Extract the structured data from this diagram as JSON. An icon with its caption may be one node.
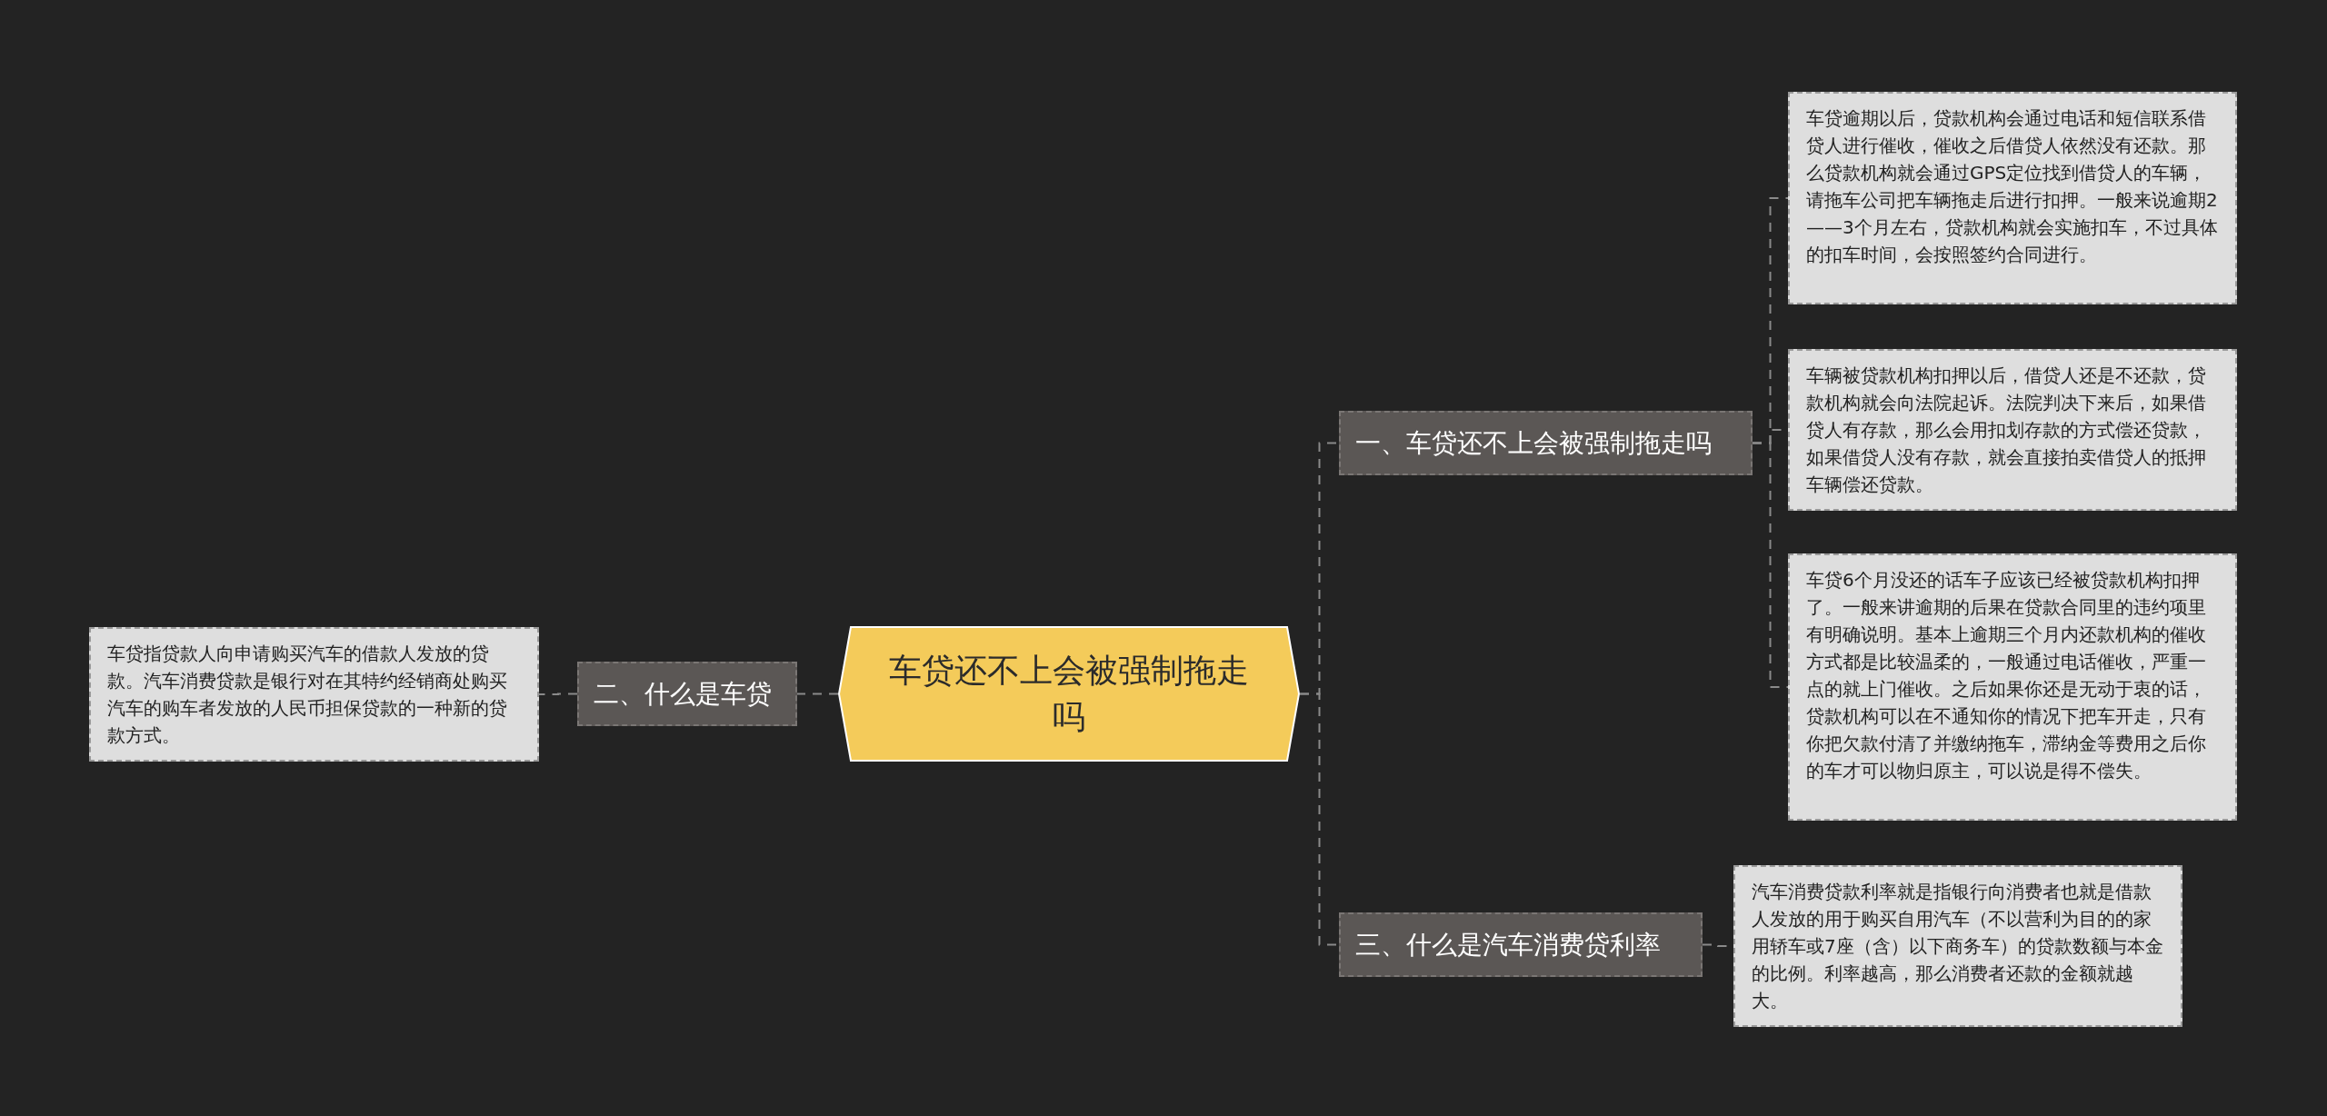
{
  "diagram": {
    "nodes": [
      {
        "text": [
          "车贷还不上会被强制拖走吗"
        ]
      },
      {
        "text": [
          "一、车贷还不上会被强制拖走吗"
        ]
      },
      {
        "text": [
          "车贷逾期以后，贷款机构会通过电话和短信联系借贷人进行催收，催收之后借贷人依然没有还款。那么贷款机构就会通过GPS定位找到借贷人的车辆，请拖车公司把车辆拖走后进行扣押。一般来说逾期2——3个月左右，贷款机构就会实施扣车，不过具体的扣车时间，会按照签约合同进行。"
        ]
      },
      {
        "text": [
          "车辆被贷款机构扣押以后，借贷人还是不还款，贷款机构就会向法院起诉。法院判决下来后，如果借贷人有存款，那么会用扣划存款的方式偿还贷款，如果借贷人没有存款，就会直接拍卖借贷人的抵押车辆偿还贷款。"
        ]
      },
      {
        "text": [
          "车贷6个月没还的话车子应该已经被贷款机构扣押了。一般来讲逾期的后果在贷款合同里的违约项里有明确说明。基本上逾期三个月内还款机构的催收方式都是比较温柔的，一般通过电话催收，严重一点的就上门催收。之后如果你还是无动于衷的话，贷款机构可以在不通知你的情况下把车开走，只有你把欠款付清了并缴纳拖车，滞纳金等费用之后你的车才可以物归原主，可以说是得不偿失。"
        ]
      },
      {
        "text": [
          "二、什么是车贷"
        ]
      },
      {
        "text": [
          "车贷指贷款人向申请购买汽车的借款人发放的贷款。汽车消费贷款是银行对在其特约经销商处购买汽车的购车者发放的人民币担保贷款的一种新的贷款方式。"
        ]
      },
      {
        "text": [
          "三、什么是汽车消费贷利率"
        ]
      },
      {
        "text": [
          "汽车消费贷款利率就是指银行向消费者也就是借款人发放的用于购买自用汽车（不以营利为目的的家用轿车或7座（含）以下商务车）的贷款数额与本金的比例。利率越高，那么消费者还款的金额就越大。"
        ]
      }
    ],
    "edges": [
      {
        "from": 0,
        "to": 1,
        "arrow": "none",
        "style": "dashed"
      },
      {
        "from": 1,
        "to": 2,
        "arrow": "none",
        "style": "dashed"
      },
      {
        "from": 1,
        "to": 3,
        "arrow": "none",
        "style": "dashed"
      },
      {
        "from": 1,
        "to": 4,
        "arrow": "none",
        "style": "dashed"
      },
      {
        "from": 0,
        "to": 5,
        "arrow": "none",
        "style": "dashed"
      },
      {
        "from": 5,
        "to": 6,
        "arrow": "none",
        "style": "dashed"
      },
      {
        "from": 0,
        "to": 7,
        "arrow": "none",
        "style": "dashed"
      },
      {
        "from": 7,
        "to": 8,
        "arrow": "none",
        "style": "dashed"
      }
    ]
  }
}
